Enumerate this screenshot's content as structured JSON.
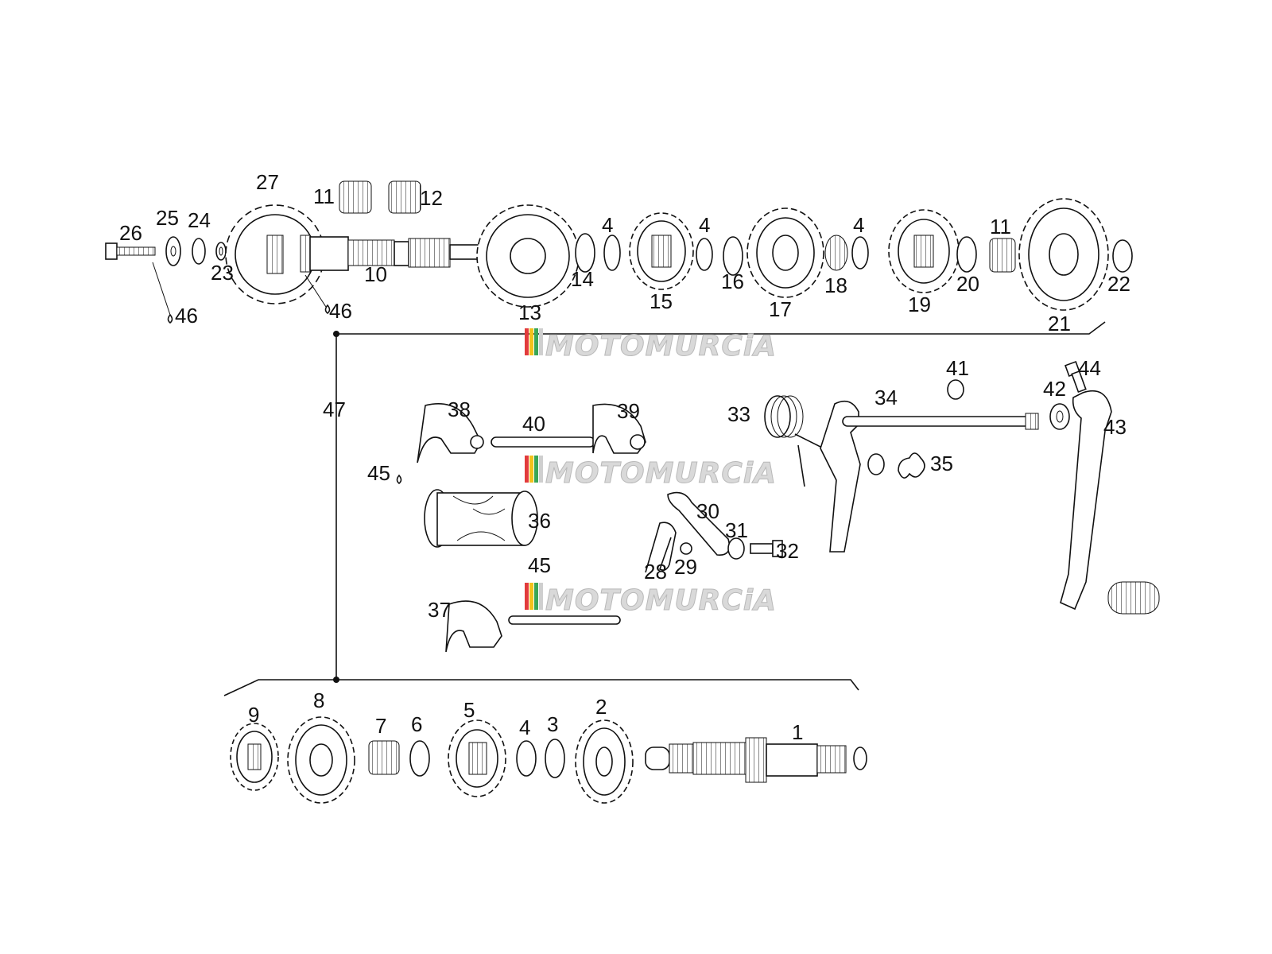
{
  "diagram": {
    "watermark": "MOTOMURCiA",
    "watermark_colors": [
      "#e23b3b",
      "#f2c21b",
      "#3aa655",
      "#cfcfcf"
    ],
    "labels": [
      "1",
      "2",
      "3",
      "4",
      "4",
      "4",
      "4",
      "5",
      "6",
      "7",
      "8",
      "9",
      "10",
      "11",
      "11",
      "12",
      "13",
      "14",
      "15",
      "16",
      "17",
      "18",
      "19",
      "20",
      "21",
      "22",
      "23",
      "24",
      "25",
      "26",
      "27",
      "28",
      "29",
      "30",
      "31",
      "32",
      "33",
      "34",
      "35",
      "36",
      "37",
      "38",
      "39",
      "40",
      "41",
      "42",
      "43",
      "44",
      "45",
      "45",
      "46",
      "46",
      "47"
    ]
  }
}
